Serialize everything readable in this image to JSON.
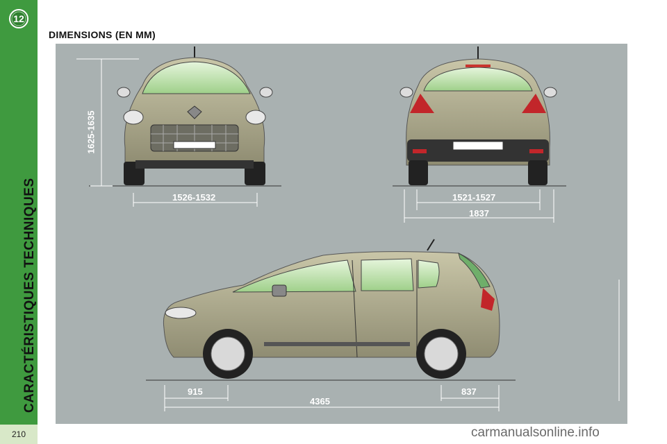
{
  "page": {
    "chapter_number": "12",
    "vertical_title": "CARACTÉRISTIQUES TECHNIQUES",
    "page_number": "210",
    "section_title": "DIMENSIONS (EN MM)",
    "watermark": "carmanualsonline.info"
  },
  "dimensions": {
    "front_height": "1625-1635",
    "front_track": "1526-1532",
    "rear_track": "1521-1527",
    "overall_width": "1837",
    "front_overhang": "915",
    "rear_overhang": "837",
    "overall_length": "4365"
  },
  "colors": {
    "sidebar_green": "#3f9a3f",
    "panel_grey": "#a9b1b1",
    "car_body": "#b0ad8e",
    "glass": "#b6e0a4"
  }
}
